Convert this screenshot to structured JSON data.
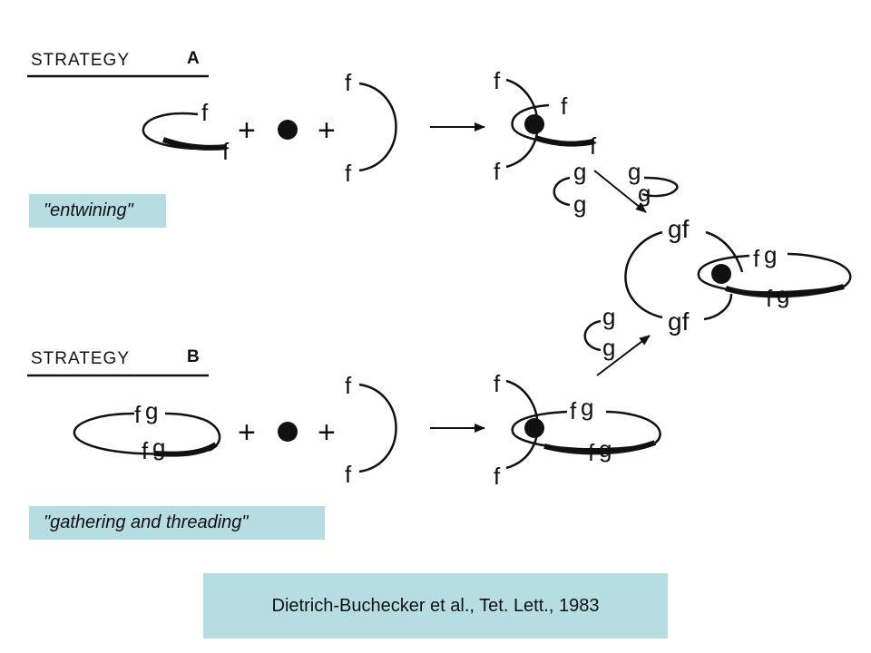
{
  "strategy_a": {
    "title": "STRATEGY",
    "letter": "A",
    "caption": "\"entwining\""
  },
  "strategy_b": {
    "title": "STRATEGY",
    "letter": "B",
    "caption": "\"gathering and threading\""
  },
  "citation": "Dietrich-Buchecker et al., Tet. Lett., 1983",
  "labels": {
    "f": "f",
    "g": "g",
    "gf": "gf",
    "plus": "+"
  },
  "colors": {
    "caption_bg": "#b5dde2",
    "ink": "#111111"
  }
}
